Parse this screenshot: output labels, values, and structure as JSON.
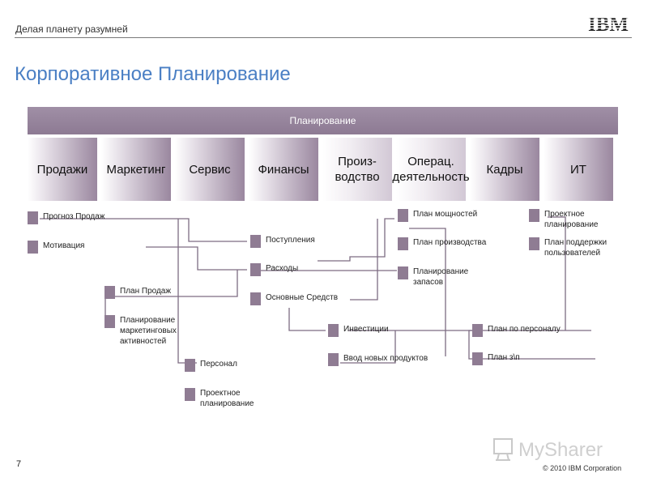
{
  "header": {
    "tagline": "Делая планету разумней",
    "logo": "IBM",
    "title": "Корпоративное Планирование"
  },
  "planning_bar": {
    "label": "Планирование"
  },
  "departments": [
    {
      "label": "Продажи",
      "tone": "dark"
    },
    {
      "label": "Маркетинг",
      "tone": "dark"
    },
    {
      "label": "Сервис",
      "tone": "dark"
    },
    {
      "label": "Финансы",
      "tone": "dark"
    },
    {
      "label": "Произ-\nводство",
      "tone": "light"
    },
    {
      "label": "Операц.\nдеятельность",
      "tone": "light"
    },
    {
      "label": "Кадры",
      "tone": "dark"
    },
    {
      "label": "ИТ",
      "tone": "dark"
    }
  ],
  "items": {
    "sales_forecast": "Прогноз Продаж",
    "motivation": "Мотивация",
    "sales_plan": "План Продаж",
    "marketing_planning": "Планирование\nмаркетинговых\nактивностей",
    "revenues": "Поступления",
    "expenses": "Расходы",
    "fixed_assets": "Основные Средств",
    "personnel": "Персонал",
    "project_planning_service": "Проектное\nпланирование",
    "investments": "Инвестиции",
    "new_products": "Ввод новых продуктов",
    "capacity_plan": "План мощностей",
    "production_plan": "План производства",
    "inventory_planning": "Планирование\nзапасов",
    "staff_plan": "План по персоналу",
    "payroll_plan": "План з\\п",
    "project_planning_it": "Проектное\nпланирование",
    "user_support_plan": "План поддержки\nпользователей"
  },
  "footer": {
    "page_number": "7",
    "copyright": "© 2010 IBM Corporation",
    "watermark": "MySharer"
  },
  "colors": {
    "title": "#4a7fc4",
    "square": "#8f7c93",
    "bar": "#8d7a93",
    "connector": "#7d6c82"
  }
}
